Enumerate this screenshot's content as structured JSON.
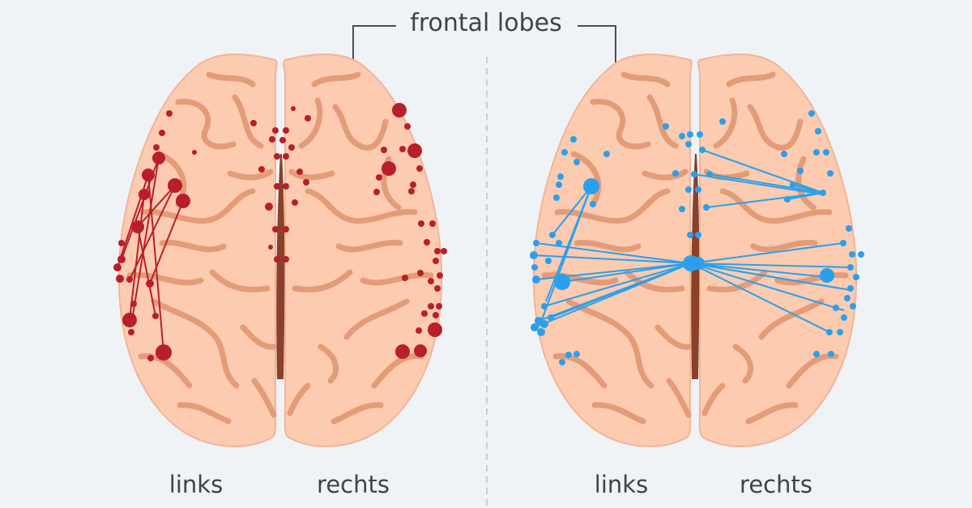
{
  "title": "frontal lobes",
  "colors": {
    "background": "#f0f3f6",
    "brain_fill": "#fccbb0",
    "brain_edge": "#f2b49a",
    "sulcus": "#e39c78",
    "midline": "#8a4127",
    "left_brain_marker": "#b81f2a",
    "right_brain_marker": "#2aa0ec",
    "divider": "#c9ced4",
    "text": "#3f4349"
  },
  "brains": [
    {
      "id": "left-brain",
      "left_label": "links",
      "right_label": "rechts",
      "marker_color": "red"
    },
    {
      "id": "right-brain",
      "left_label": "links",
      "right_label": "rechts",
      "marker_color": "blue"
    }
  ]
}
